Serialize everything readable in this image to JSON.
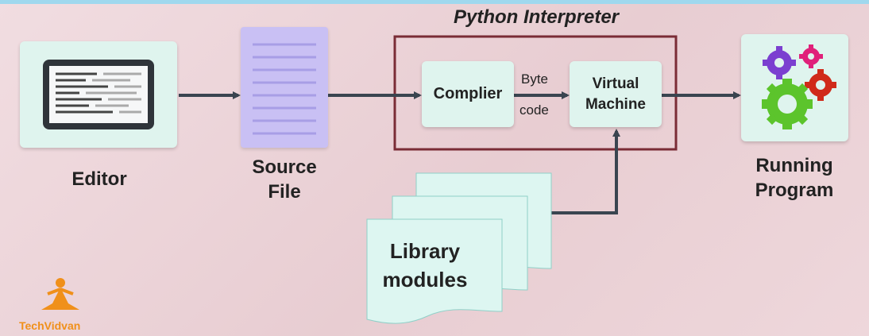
{
  "diagram": {
    "title": "Python Interpreter",
    "nodes": {
      "editor": "Editor",
      "source_file_line1": "Source",
      "source_file_line2": "File",
      "compiler": "Complier",
      "virtual_machine_line1": "Virtual",
      "virtual_machine_line2": "Machine",
      "library_line1": "Library",
      "library_line2": "modules",
      "running_line1": "Running",
      "running_line2": "Program"
    },
    "edge_labels": {
      "bytecode_line1": "Byte",
      "bytecode_line2": "code"
    }
  },
  "branding": {
    "logo_text": "TechVidvan"
  },
  "colors": {
    "arrow": "#3a4550",
    "interpreter_border": "#7a2c36",
    "card_bg": "#dff4ee",
    "source_file": "#c9c0f4",
    "gear_purple": "#7b3fd0",
    "gear_pink": "#e0207a",
    "gear_red": "#d02a1a",
    "gear_green": "#5cc42c",
    "logo_orange": "#f0901a"
  }
}
